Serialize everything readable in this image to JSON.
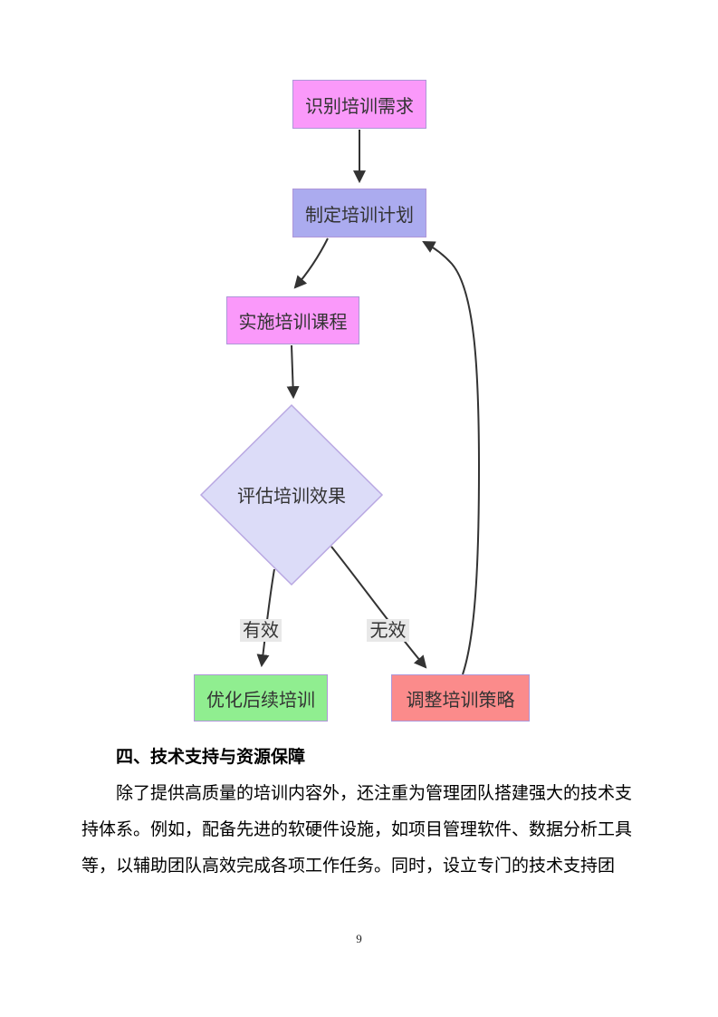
{
  "flowchart": {
    "nodes": [
      {
        "id": "identify",
        "label": "识别培训需求",
        "fill": "#fa99fa",
        "shape": "rect"
      },
      {
        "id": "plan",
        "label": "制定培训计划",
        "fill": "#ababef",
        "shape": "rect"
      },
      {
        "id": "implement",
        "label": "实施培训课程",
        "fill": "#fa99fa",
        "shape": "rect"
      },
      {
        "id": "evaluate",
        "label": "评估培训效果",
        "fill": "#dcdcf8",
        "shape": "diamond"
      },
      {
        "id": "optimize",
        "label": "优化后续培训",
        "fill": "#90ee90",
        "shape": "rect"
      },
      {
        "id": "adjust",
        "label": "调整培训策略",
        "fill": "#fb8b8b",
        "shape": "rect"
      }
    ],
    "edges": [
      {
        "from": "识别培训需求",
        "to": "制定培训计划",
        "label": ""
      },
      {
        "from": "制定培训计划",
        "to": "实施培训课程",
        "label": ""
      },
      {
        "from": "实施培训课程",
        "to": "评估培训效果",
        "label": ""
      },
      {
        "from": "评估培训效果",
        "to": "优化后续培训",
        "label": "有效"
      },
      {
        "from": "评估培训效果",
        "to": "调整培训策略",
        "label": "无效"
      },
      {
        "from": "调整培训策略",
        "to": "制定培训计划",
        "label": ""
      }
    ],
    "colors": {
      "node_border": "#ae96d8",
      "diamond_border": "#b9a8e2",
      "edge_line": "#333333",
      "edge_label_bg": "#e8e8e8",
      "node_text": "#333333"
    }
  },
  "document": {
    "heading": "四、技术支持与资源保障",
    "paragraph_lines": [
      "除了提供高质量的培训内容外，还注重为管理团队搭建强大的技术支",
      "持体系。例如，配备先进的软硬件设施，如项目管理软件、数据分析工具",
      "等，以辅助团队高效完成各项工作任务。同时，设立专门的技术支持团"
    ],
    "page_number": "9"
  }
}
